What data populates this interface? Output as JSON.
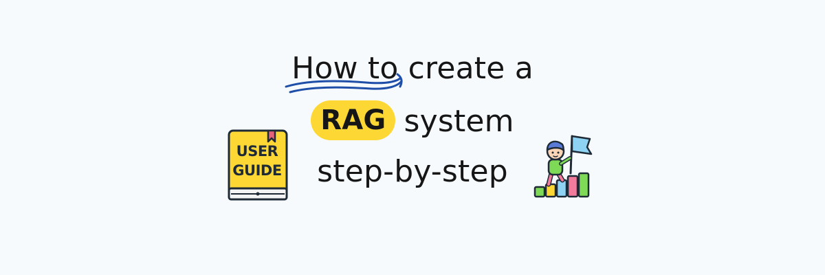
{
  "headline": {
    "line1": "How to create a",
    "line2_highlight": "RAG",
    "line2_rest": "system",
    "line3": "step-by-step"
  },
  "icons": {
    "book": "user-guide-book-icon",
    "book_label_1": "USER",
    "book_label_2": "GUIDE",
    "climber": "kid-climbing-steps-with-flag-icon"
  },
  "colors": {
    "background": "#f6fafd",
    "text": "#161616",
    "highlight": "#fdd835",
    "underline": "#1e4ea8",
    "book": "#fdd835"
  }
}
